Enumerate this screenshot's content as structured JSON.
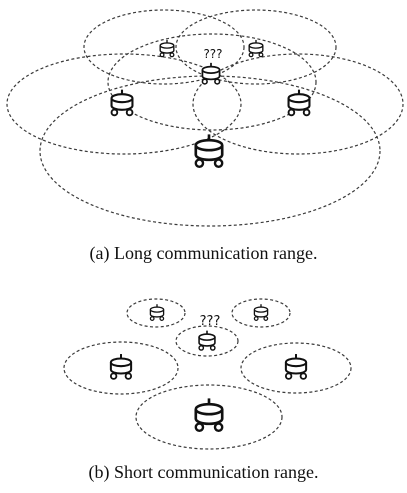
{
  "panels": [
    {
      "id": "a",
      "caption": "(a) Long communication range.",
      "unknown_marker": "???"
    },
    {
      "id": "b",
      "caption": "(b) Short communication range.",
      "unknown_marker": "???"
    }
  ],
  "colors": {
    "stroke": "#111111",
    "range_stroke": "#3a3a3a",
    "background": "#ffffff"
  }
}
